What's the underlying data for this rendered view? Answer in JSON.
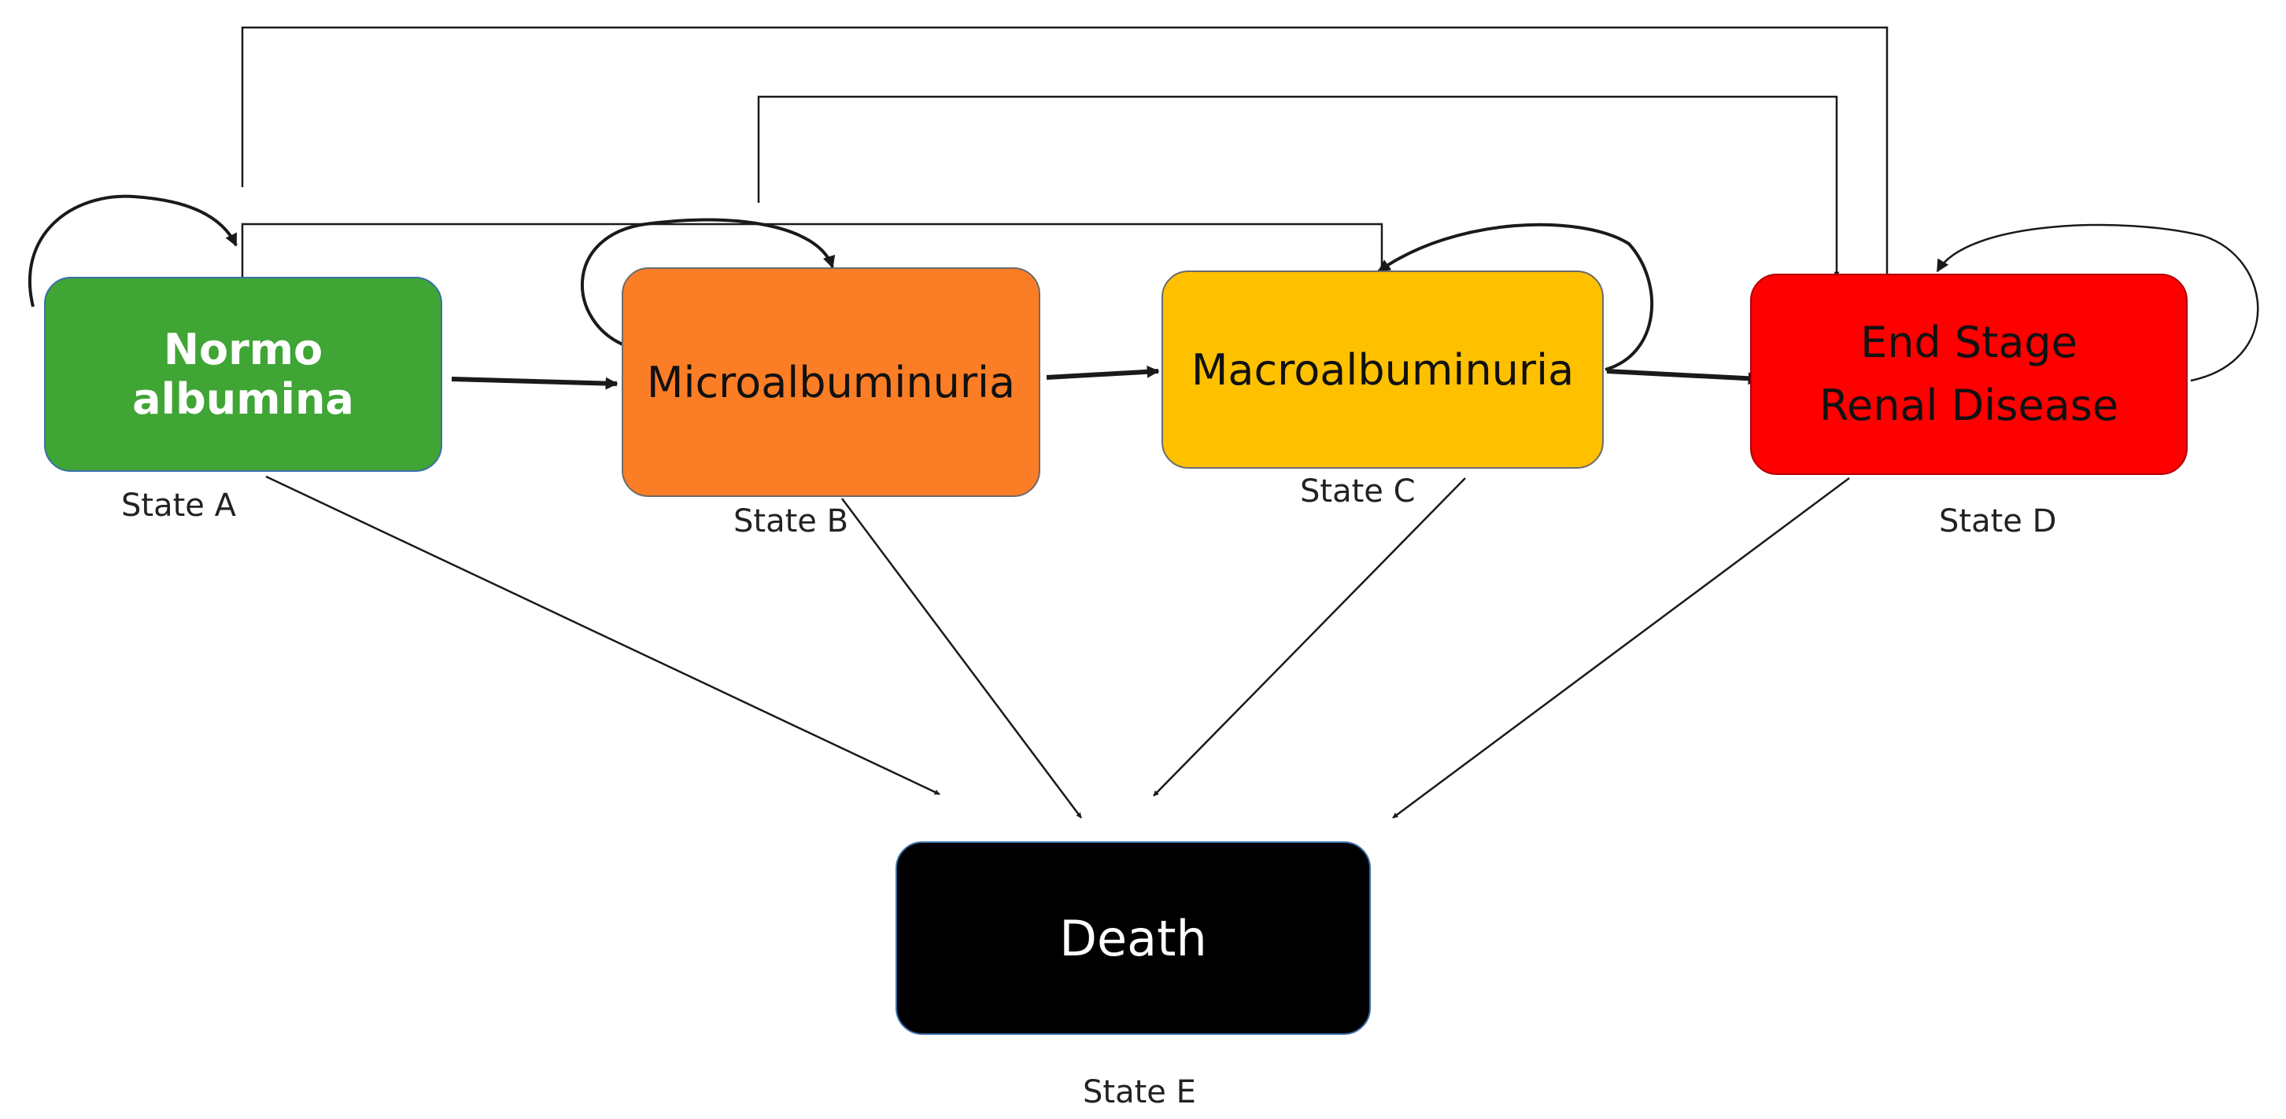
{
  "diagram": {
    "states": [
      {
        "id": "A",
        "name": "Normo albumina",
        "caption": "State  A",
        "color": "#3fa535"
      },
      {
        "id": "B",
        "name": "Microalbuminuria",
        "caption": "State B",
        "color": "#fb7d26"
      },
      {
        "id": "C",
        "name": "Macroalbuminuria",
        "caption": "State C",
        "color": "#ffc000"
      },
      {
        "id": "D",
        "name": "End Stage\nRenal Disease",
        "caption": "State D",
        "color": "#ff0000"
      },
      {
        "id": "E",
        "name": "Death",
        "caption": "State E",
        "color": "#000000"
      }
    ],
    "transitions": [
      {
        "from": "A",
        "to": "A"
      },
      {
        "from": "A",
        "to": "B"
      },
      {
        "from": "A",
        "to": "C"
      },
      {
        "from": "A",
        "to": "D"
      },
      {
        "from": "A",
        "to": "E"
      },
      {
        "from": "B",
        "to": "B"
      },
      {
        "from": "B",
        "to": "C"
      },
      {
        "from": "B",
        "to": "D"
      },
      {
        "from": "B",
        "to": "E"
      },
      {
        "from": "C",
        "to": "C"
      },
      {
        "from": "C",
        "to": "D"
      },
      {
        "from": "C",
        "to": "E"
      },
      {
        "from": "D",
        "to": "D"
      },
      {
        "from": "D",
        "to": "E"
      }
    ],
    "line_color": "#1a1a1a"
  }
}
